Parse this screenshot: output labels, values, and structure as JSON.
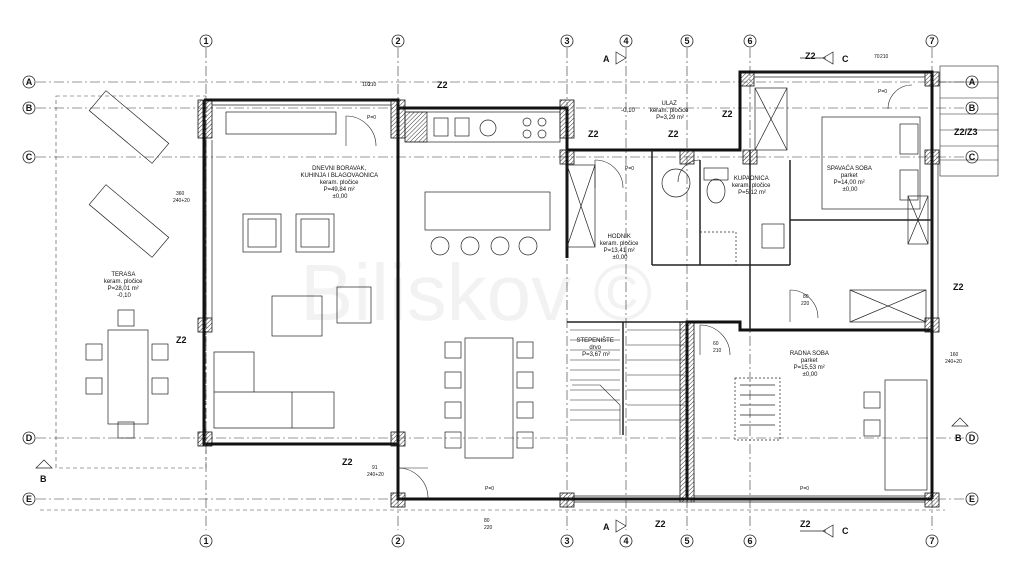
{
  "watermark": "Biliskov ©",
  "grid": {
    "columns": [
      "1",
      "2",
      "3",
      "4",
      "5",
      "6",
      "7"
    ],
    "rows": [
      "A",
      "B",
      "C",
      "D",
      "E"
    ]
  },
  "sections": {
    "a": "A",
    "b": "B",
    "c": "C"
  },
  "marks": {
    "z2": "Z2",
    "z2z3": "Z2/Z3"
  },
  "rooms": [
    {
      "id": "dnevni",
      "lines": [
        "DNEVNI BORAVAK,",
        "KUHINJA I BLAGOVAONICA",
        "keram. pločice",
        "P=49,84 m²",
        "±0,00"
      ]
    },
    {
      "id": "terasa",
      "lines": [
        "TERASA",
        "keram. pločice",
        "P=28,01 m²",
        "-0,10"
      ]
    },
    {
      "id": "ulaz",
      "lines": [
        "ULAZ",
        "keram. pločice",
        "P=3,29 m²"
      ]
    },
    {
      "id": "hodnik",
      "lines": [
        "HODNIK",
        "keram. pločice",
        "P=13,41 m²",
        "±0,00"
      ]
    },
    {
      "id": "kupaonica",
      "lines": [
        "KUPAONICA",
        "keram. pločice",
        "P=5,12 m²"
      ]
    },
    {
      "id": "spavaca",
      "lines": [
        "SPAVAĆA SOBA",
        "parket",
        "P=14,00 m²",
        "±0,00"
      ]
    },
    {
      "id": "stepeniste",
      "lines": [
        "STEPENIŠTE",
        "drvo",
        "P=3,67 m²"
      ]
    },
    {
      "id": "radna",
      "lines": [
        "RADNA SOBA",
        "parket",
        "P=15,53 m²",
        "±0,00"
      ]
    }
  ],
  "levels": {
    "ulaz_level": "-0,10"
  },
  "dims": {
    "win_360": "360",
    "win_360b": "240+20",
    "win_160": "160",
    "win_160b": "240+20",
    "door_91": "91",
    "door_91b": "240+20",
    "door_80": "80",
    "door_80b": "220",
    "door_110": "110",
    "door_110b": "210",
    "door_80c": "80",
    "door_80d": "220",
    "door_70": "70",
    "door_70b": "210",
    "door_60": "60",
    "door_60b": "210"
  },
  "openings": {
    "p0": "P=0"
  }
}
